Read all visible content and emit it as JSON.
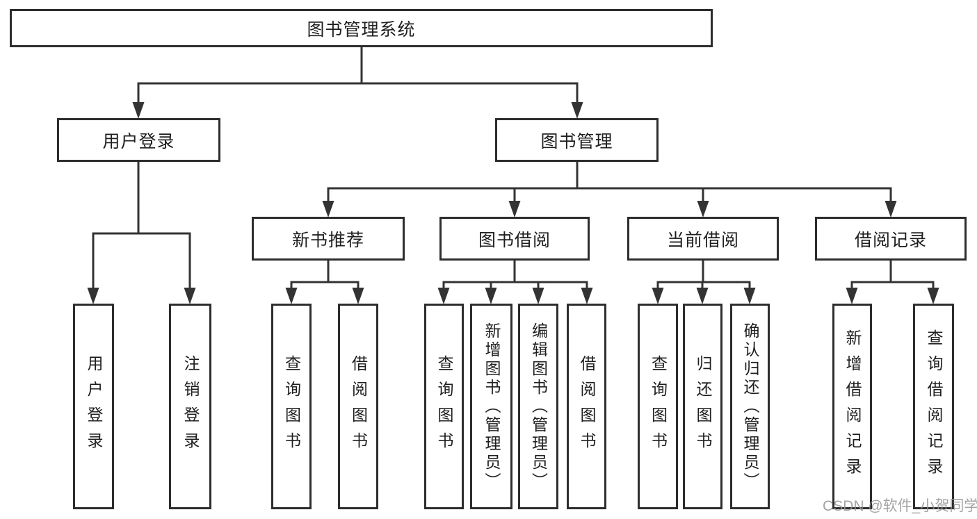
{
  "diagram": {
    "root": {
      "label": "图书管理系统"
    },
    "level2": [
      {
        "label": "用户登录"
      },
      {
        "label": "图书管理"
      }
    ],
    "level3": [
      {
        "label": "新书推荐"
      },
      {
        "label": "图书借阅"
      },
      {
        "label": "当前借阅"
      },
      {
        "label": "借阅记录"
      }
    ],
    "leaves": [
      {
        "label": "用户登录"
      },
      {
        "label": "注销登录"
      },
      {
        "label": "查询图书"
      },
      {
        "label": "借阅图书"
      },
      {
        "label": "查询图书"
      },
      {
        "label": "新增图书（管理员）"
      },
      {
        "label": "编辑图书（管理员）"
      },
      {
        "label": "借阅图书"
      },
      {
        "label": "查询图书"
      },
      {
        "label": "归还图书"
      },
      {
        "label": "确认归还（管理员）"
      },
      {
        "label": "新增借阅记录"
      },
      {
        "label": "查询借阅记录"
      }
    ],
    "watermark": "CSDN @软件_小贺同学",
    "colors": {
      "line": "#333333",
      "border": "#2d2d2d",
      "text": "#1f1f1f",
      "watermark": "#949494",
      "background": "#ffffff"
    }
  }
}
